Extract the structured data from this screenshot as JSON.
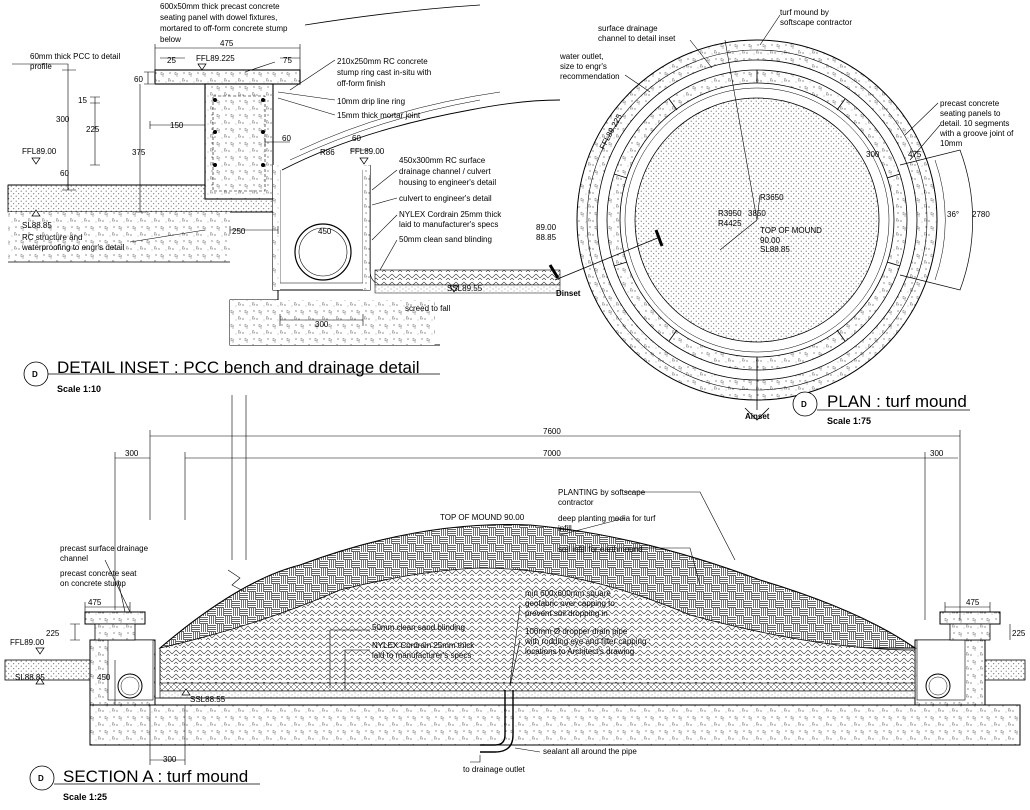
{
  "detail_inset": {
    "marker": "D",
    "title": "DETAIL INSET : PCC bench and drainage detail",
    "scale": "Scale 1:10",
    "labels": {
      "seat_panel_l1": "600x50mm thick precast concrete",
      "seat_panel_l2": "seating panel with dowel fixtures,",
      "seat_panel_l3": "mortared to off-form concrete stump",
      "seat_panel_l4": "below",
      "pcc_l1": "60mm thick PCC to detail",
      "pcc_l2": "profile",
      "ring_l1": "210x250mm RC concrete",
      "ring_l2": "stump ring cast in-situ with",
      "ring_l3": "off-form finish",
      "drip": "10mm drip line ring",
      "mortar": "15mm thick mortar joint",
      "channel_l1": "450x300mm RC surface",
      "channel_l2": "drainage channel / culvert",
      "channel_l3": "housing to engineer's detail",
      "culvert": "culvert to engineer's detail",
      "nylex_l1": "NYLEX Cordrain 25mm thick",
      "nylex_l2": "laid to manufacturer's specs",
      "sand": "50mm clean sand blinding",
      "rc_l1": "RC structure and",
      "rc_l2": "waterproofing to engr's detail",
      "screed": "screed to fall"
    },
    "levels": {
      "ffl_seat": "FFL89.225",
      "ffl_left": "FFL89.00",
      "ffl_right": "FFL89.00",
      "sl": "SL88.85",
      "ssl": "SSL89.55"
    },
    "dims": {
      "d475": "475",
      "d25": "25",
      "d75": "75",
      "d60a": "60",
      "d15": "15",
      "d300": "300",
      "d225": "225",
      "d150": "150",
      "d375": "375",
      "d60b": "60",
      "d60c": "60",
      "r86": "R86",
      "d60d": "60",
      "d250": "250",
      "d450": "450",
      "d300b": "300"
    }
  },
  "plan": {
    "marker": "D",
    "title": "PLAN : turf mound",
    "scale": "Scale 1:75",
    "labels": {
      "drain_l1": "surface drainage",
      "drain_l2": "channel to detail inset",
      "turf_l1": "turf mound by",
      "turf_l2": "softscape contractor",
      "water_l1": "water outlet,",
      "water_l2": "size to engr's",
      "water_l3": "recommendation",
      "panel_l1": "precast concrete",
      "panel_l2": "seating panels to",
      "panel_l3": "detail. 10 segments",
      "panel_l4": "with a groove joint of",
      "panel_l5": "10mm",
      "top_l1": "TOP OF MOUND",
      "top_l2": "90.00",
      "top_l3": "SL88.85",
      "cut_l1": "89.00",
      "cut_l2": "88.85",
      "dinset": "Dinset",
      "ainset": "Ainset"
    },
    "dims": {
      "ffl": "FFL89.225",
      "r3650": "R3650",
      "r3950": "R3950",
      "r4425": "R4425",
      "d3850": "3850",
      "d300": "300",
      "d475": "475",
      "ang": "36°",
      "d2780": "2780"
    }
  },
  "section": {
    "marker": "D",
    "title": "SECTION A : turf mound",
    "scale": "Scale 1:25",
    "labels": {
      "top": "TOP OF MOUND 90.00",
      "plant_l1": "PLANTING by softscape",
      "plant_l2": "contractor",
      "media_l1": "deep planting media for turf",
      "media_l2": "infill",
      "soil": "soil infill for earthmound",
      "geo_l1": "min 600x600mm square",
      "geo_l2": "geofabric over capping to",
      "geo_l3": "prevent soil dropping in",
      "pipe_l1": "100mm Ø dropper drain pipe",
      "pipe_l2": "with rodding eye and filter capping :",
      "pipe_l3": "locations to Architect's drawing",
      "sand": "50mm clean sand blinding",
      "nylex_l1": "NYLEX Cordrain 25mm thick",
      "nylex_l2": "laid to manufacturer's specs",
      "chan_l1": "precast surface drainage",
      "chan_l2": "channel",
      "seat_l1": "precast concrete seat",
      "seat_l2": "on concrete stump",
      "sealant": "sealant all around the pipe",
      "outlet": "to drainage outlet"
    },
    "levels": {
      "ffl": "FFL89.00",
      "sl": "SL88.85",
      "ssl": "SSL88.55"
    },
    "dims": {
      "d7600": "7600",
      "d7000": "7000",
      "d300l": "300",
      "d300r": "300",
      "d475l": "475",
      "d475r": "475",
      "d225l": "225",
      "d225r": "225",
      "d450": "450",
      "d300b": "300"
    }
  }
}
